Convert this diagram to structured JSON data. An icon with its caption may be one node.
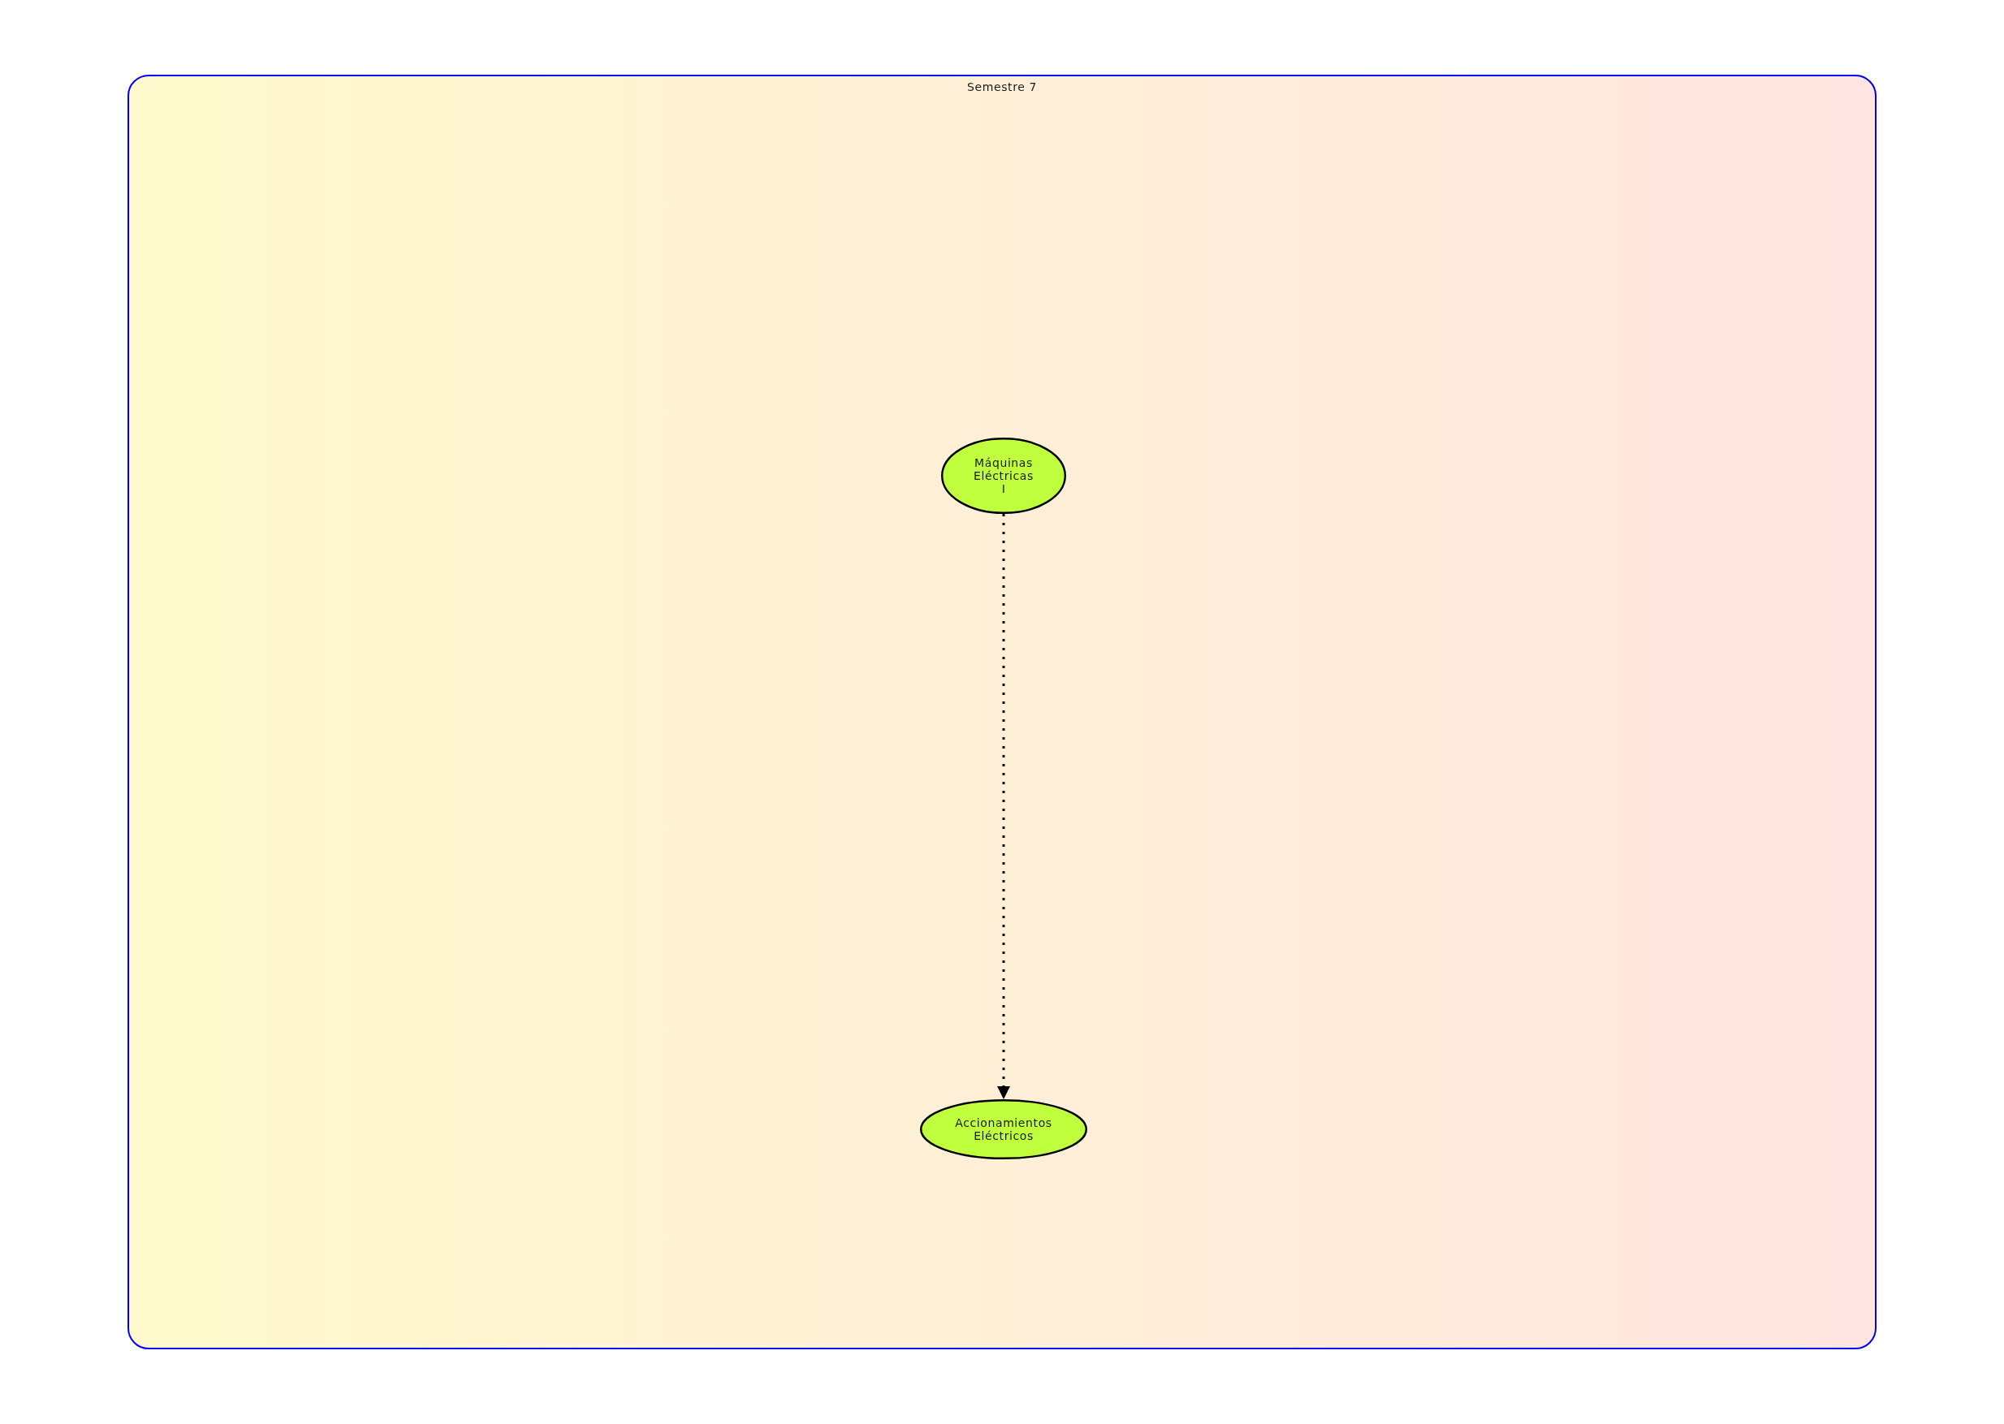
{
  "diagram": {
    "nodes": [
      {
        "text": [
          "Semestre 7"
        ]
      },
      {
        "text": [
          "Máquinas Eléctricas I"
        ],
        "in": 0
      },
      {
        "text": [
          "Accionamientos Eléctricos"
        ],
        "in": 0
      }
    ],
    "edges": [
      {
        "from": 1,
        "to": 2,
        "arrow": "to",
        "style": "dashed"
      }
    ]
  }
}
